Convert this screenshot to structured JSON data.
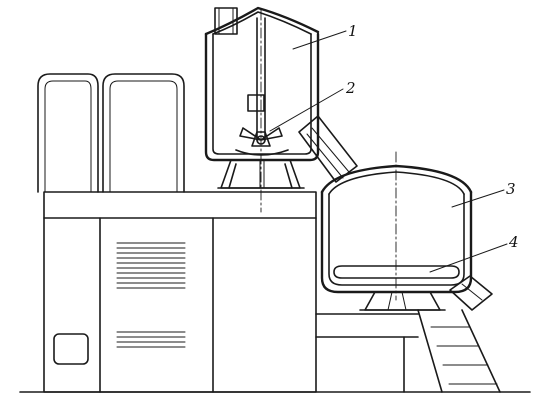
{
  "diagram": {
    "labels": [
      {
        "id": "1",
        "text": "1"
      },
      {
        "id": "2",
        "text": "2"
      },
      {
        "id": "3",
        "text": "3"
      },
      {
        "id": "4",
        "text": "4"
      }
    ]
  }
}
